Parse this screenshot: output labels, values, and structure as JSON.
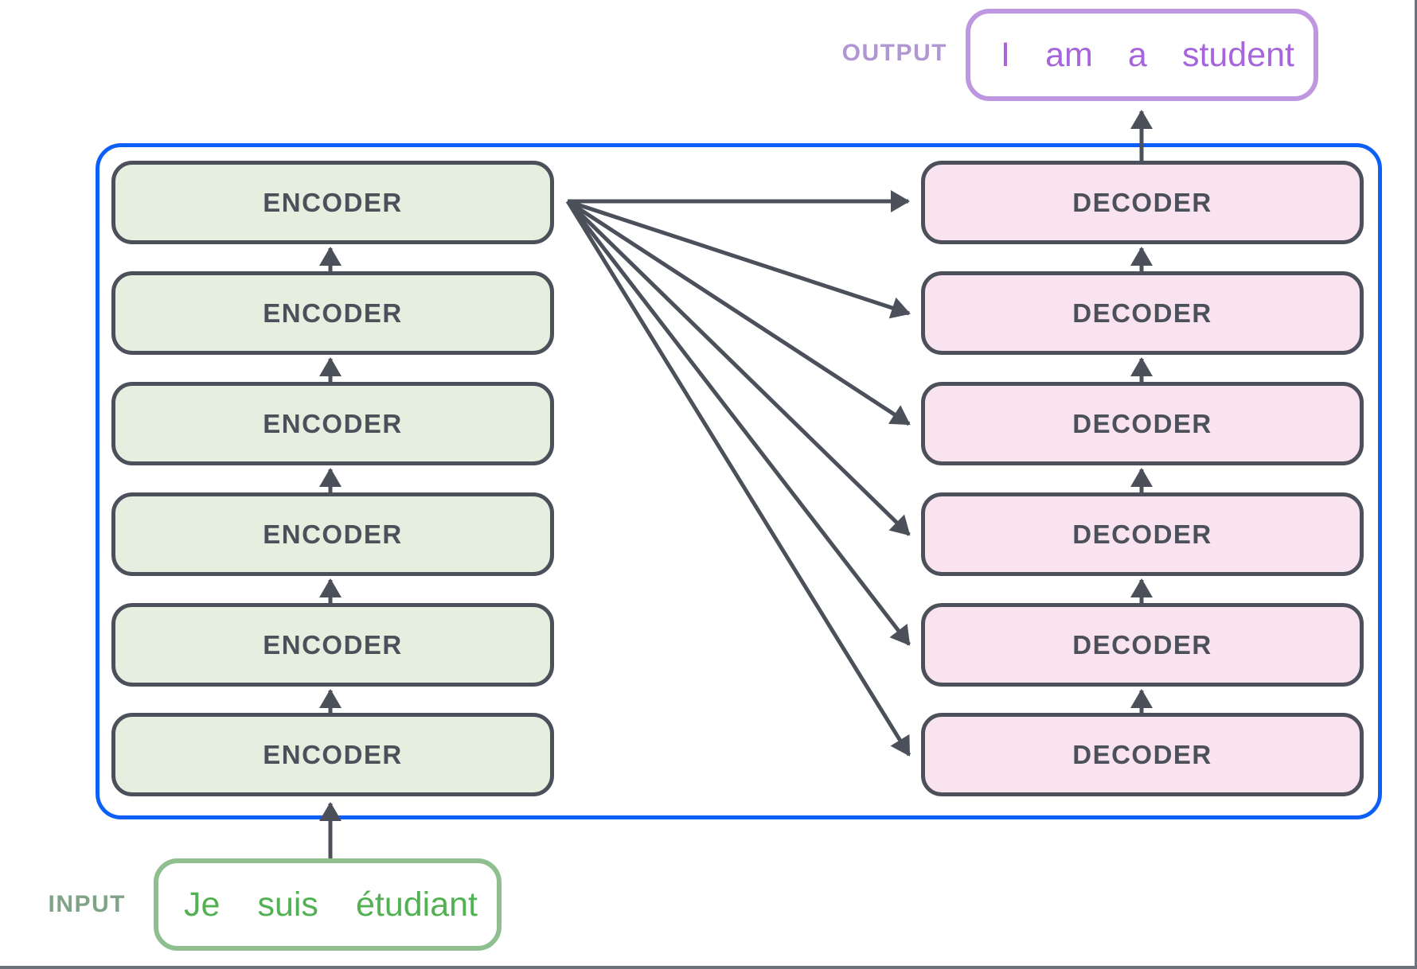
{
  "labels": {
    "input": "INPUT",
    "output": "OUTPUT"
  },
  "input_words": [
    "Je",
    "suis",
    "étudiant"
  ],
  "output_words": [
    "I",
    "am",
    "a",
    "student"
  ],
  "encoders": [
    "ENCODER",
    "ENCODER",
    "ENCODER",
    "ENCODER",
    "ENCODER",
    "ENCODER"
  ],
  "decoders": [
    "DECODER",
    "DECODER",
    "DECODER",
    "DECODER",
    "DECODER",
    "DECODER"
  ],
  "colors": {
    "container_blue": "#0d60f7",
    "box_stroke": "#4b505b",
    "arrow": "#4b505b",
    "encoder_fill": "#e6efdf",
    "decoder_fill": "#f9e3ef",
    "input_border_green": "#8fbe8f",
    "input_text_green": "#52b152",
    "input_label_green": "#7fa385",
    "output_border_purple": "#bf97e0",
    "output_text_purple": "#a765dc",
    "output_label_purple": "#b096d2",
    "frame_gray": "#6e737b"
  }
}
